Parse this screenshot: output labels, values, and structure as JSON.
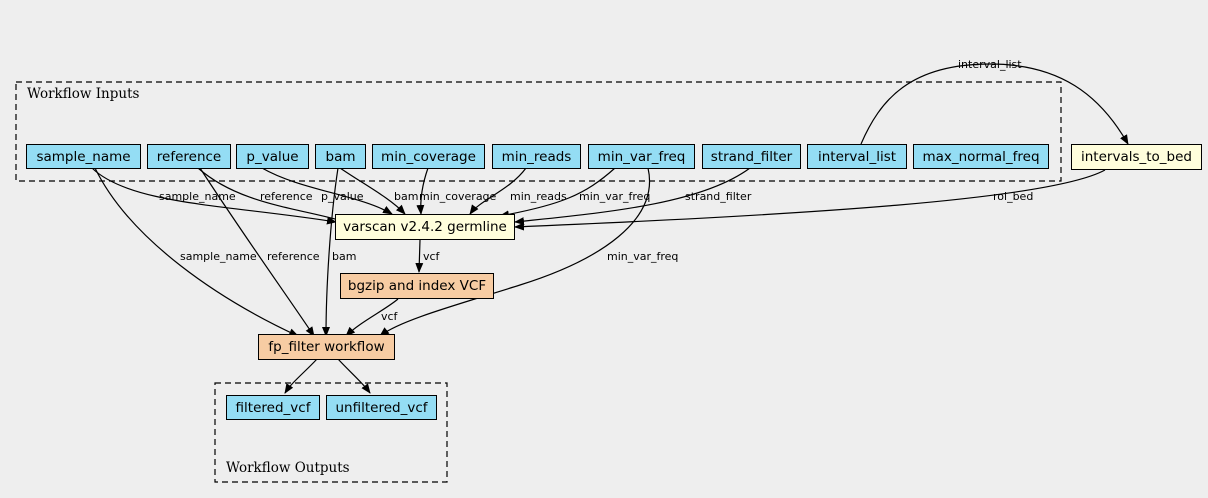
{
  "clusters": {
    "inputs_label": "Workflow Inputs",
    "outputs_label": "Workflow Outputs"
  },
  "inputs": {
    "sample_name": "sample_name",
    "reference": "reference",
    "p_value": "p_value",
    "bam": "bam",
    "min_coverage": "min_coverage",
    "min_reads": "min_reads",
    "min_var_freq": "min_var_freq",
    "strand_filter": "strand_filter",
    "interval_list": "interval_list",
    "max_normal_freq": "max_normal_freq"
  },
  "steps": {
    "intervals_to_bed": "intervals_to_bed",
    "varscan": "varscan v2.4.2 germline",
    "bgzip": "bgzip and index VCF",
    "fp_filter": "fp_filter workflow"
  },
  "outputs": {
    "filtered_vcf": "filtered_vcf",
    "unfiltered_vcf": "unfiltered_vcf"
  },
  "edges": {
    "interval_list": "interval_list",
    "sample_name": "sample_name",
    "reference": "reference",
    "p_value": "p_value",
    "bam": "bam",
    "min_coverage": "min_coverage",
    "min_reads": "min_reads",
    "min_var_freq": "min_var_freq",
    "strand_filter": "strand_filter",
    "roi_bed": "roi_bed",
    "vcf": "vcf"
  },
  "colors": {
    "input": "#94ddf4",
    "step": "#fffedc",
    "subworkflow": "#f7cca3",
    "background": "#eeeeee"
  }
}
